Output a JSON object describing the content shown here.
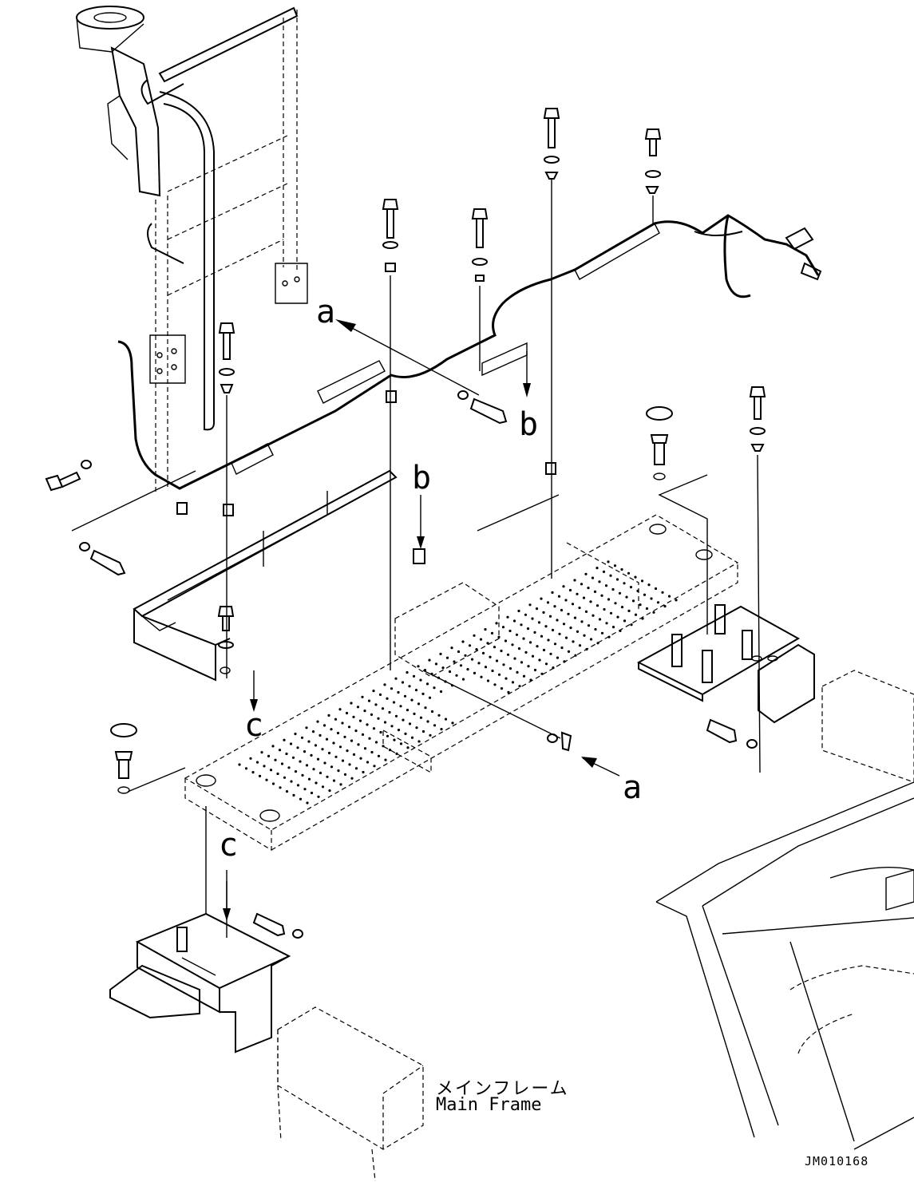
{
  "diagram": {
    "view_labels": {
      "a": "a",
      "b": "b",
      "c": "c"
    },
    "frame_label_jp": "メインフレーム",
    "frame_label_en": "Main Frame",
    "drawing_code": "JM010168"
  }
}
